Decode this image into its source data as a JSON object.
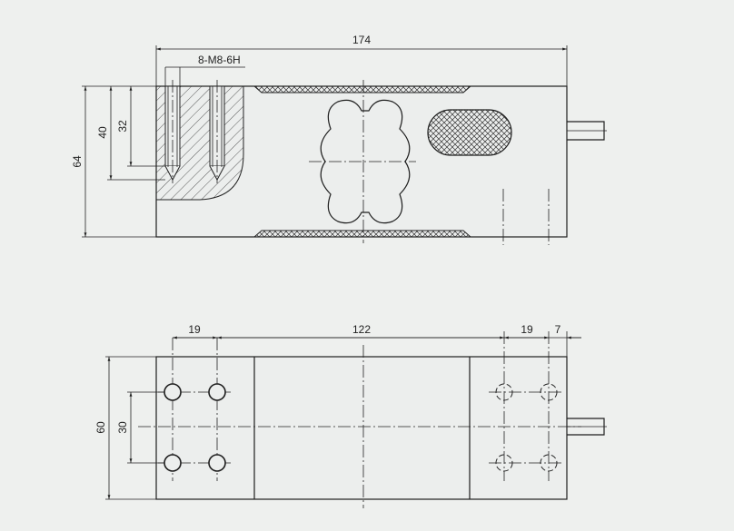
{
  "top_view": {
    "dim_length": "174",
    "thread_note": "8-M8-6H",
    "dim_height": "64",
    "dim_hole_depth_outer": "40",
    "dim_hole_depth_inner": "32"
  },
  "bottom_view": {
    "dim_left_pitch": "19",
    "dim_center_span": "122",
    "dim_right_pitch": "19",
    "dim_edge_offset": "7",
    "dim_width": "60",
    "dim_hole_spacing": "30"
  }
}
